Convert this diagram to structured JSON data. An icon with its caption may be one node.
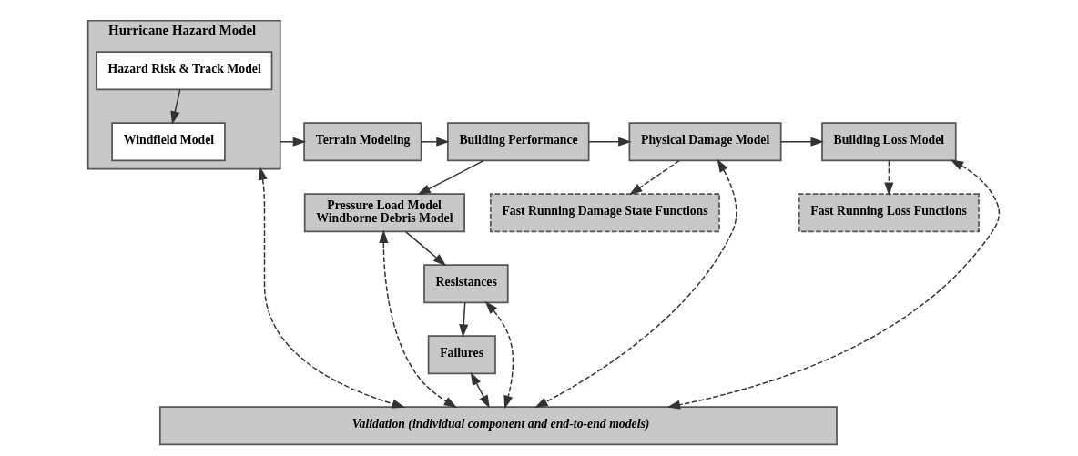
{
  "diagram": {
    "nodes": [
      {
        "text": [
          "Hurricane Hazard Model"
        ]
      },
      {
        "text": [
          "Hazard Risk & Track Model"
        ],
        "in": 0
      },
      {
        "text": [
          "Windfield Model"
        ],
        "in": 0
      },
      {
        "text": [
          "Terrain Modeling"
        ]
      },
      {
        "text": [
          "Building Performance"
        ]
      },
      {
        "text": [
          "Physical Damage Model"
        ]
      },
      {
        "text": [
          "Building Loss Model"
        ]
      },
      {
        "text": [
          "Pressure Load Model",
          "Windborne Debris Model"
        ]
      },
      {
        "text": [
          "Fast Running Damage State Functions"
        ]
      },
      {
        "text": [
          "Fast Running Loss Functions"
        ]
      },
      {
        "text": [
          "Resistances"
        ]
      },
      {
        "text": [
          "Failures"
        ]
      },
      {
        "text": [
          "Validation (individual component and end-to-end models)"
        ]
      }
    ],
    "edges": [
      {
        "from": 1,
        "to": 2,
        "arrow": "to"
      },
      {
        "from": 0,
        "to": 3,
        "arrow": "to"
      },
      {
        "from": 3,
        "to": 4,
        "arrow": "to"
      },
      {
        "from": 4,
        "to": 5,
        "arrow": "to"
      },
      {
        "from": 5,
        "to": 6,
        "arrow": "to"
      },
      {
        "from": 4,
        "to": 7,
        "arrow": "to"
      },
      {
        "from": 5,
        "to": 8,
        "arrow": "to",
        "style": "dashed"
      },
      {
        "from": 6,
        "to": 9,
        "arrow": "to",
        "style": "dashed"
      },
      {
        "from": 7,
        "to": 10,
        "arrow": "to"
      },
      {
        "from": 10,
        "to": 11,
        "arrow": "to"
      },
      {
        "from": 0,
        "to": 12,
        "arrow": "both",
        "style": "dashed"
      },
      {
        "from": 7,
        "to": 12,
        "arrow": "both",
        "style": "dashed"
      },
      {
        "from": 10,
        "to": 12,
        "arrow": "both",
        "style": "dashed"
      },
      {
        "from": 11,
        "to": 12,
        "arrow": "both"
      },
      {
        "from": 5,
        "to": 12,
        "arrow": "both",
        "style": "dashed"
      },
      {
        "from": 6,
        "to": 12,
        "arrow": "both",
        "style": "dashed"
      }
    ]
  }
}
